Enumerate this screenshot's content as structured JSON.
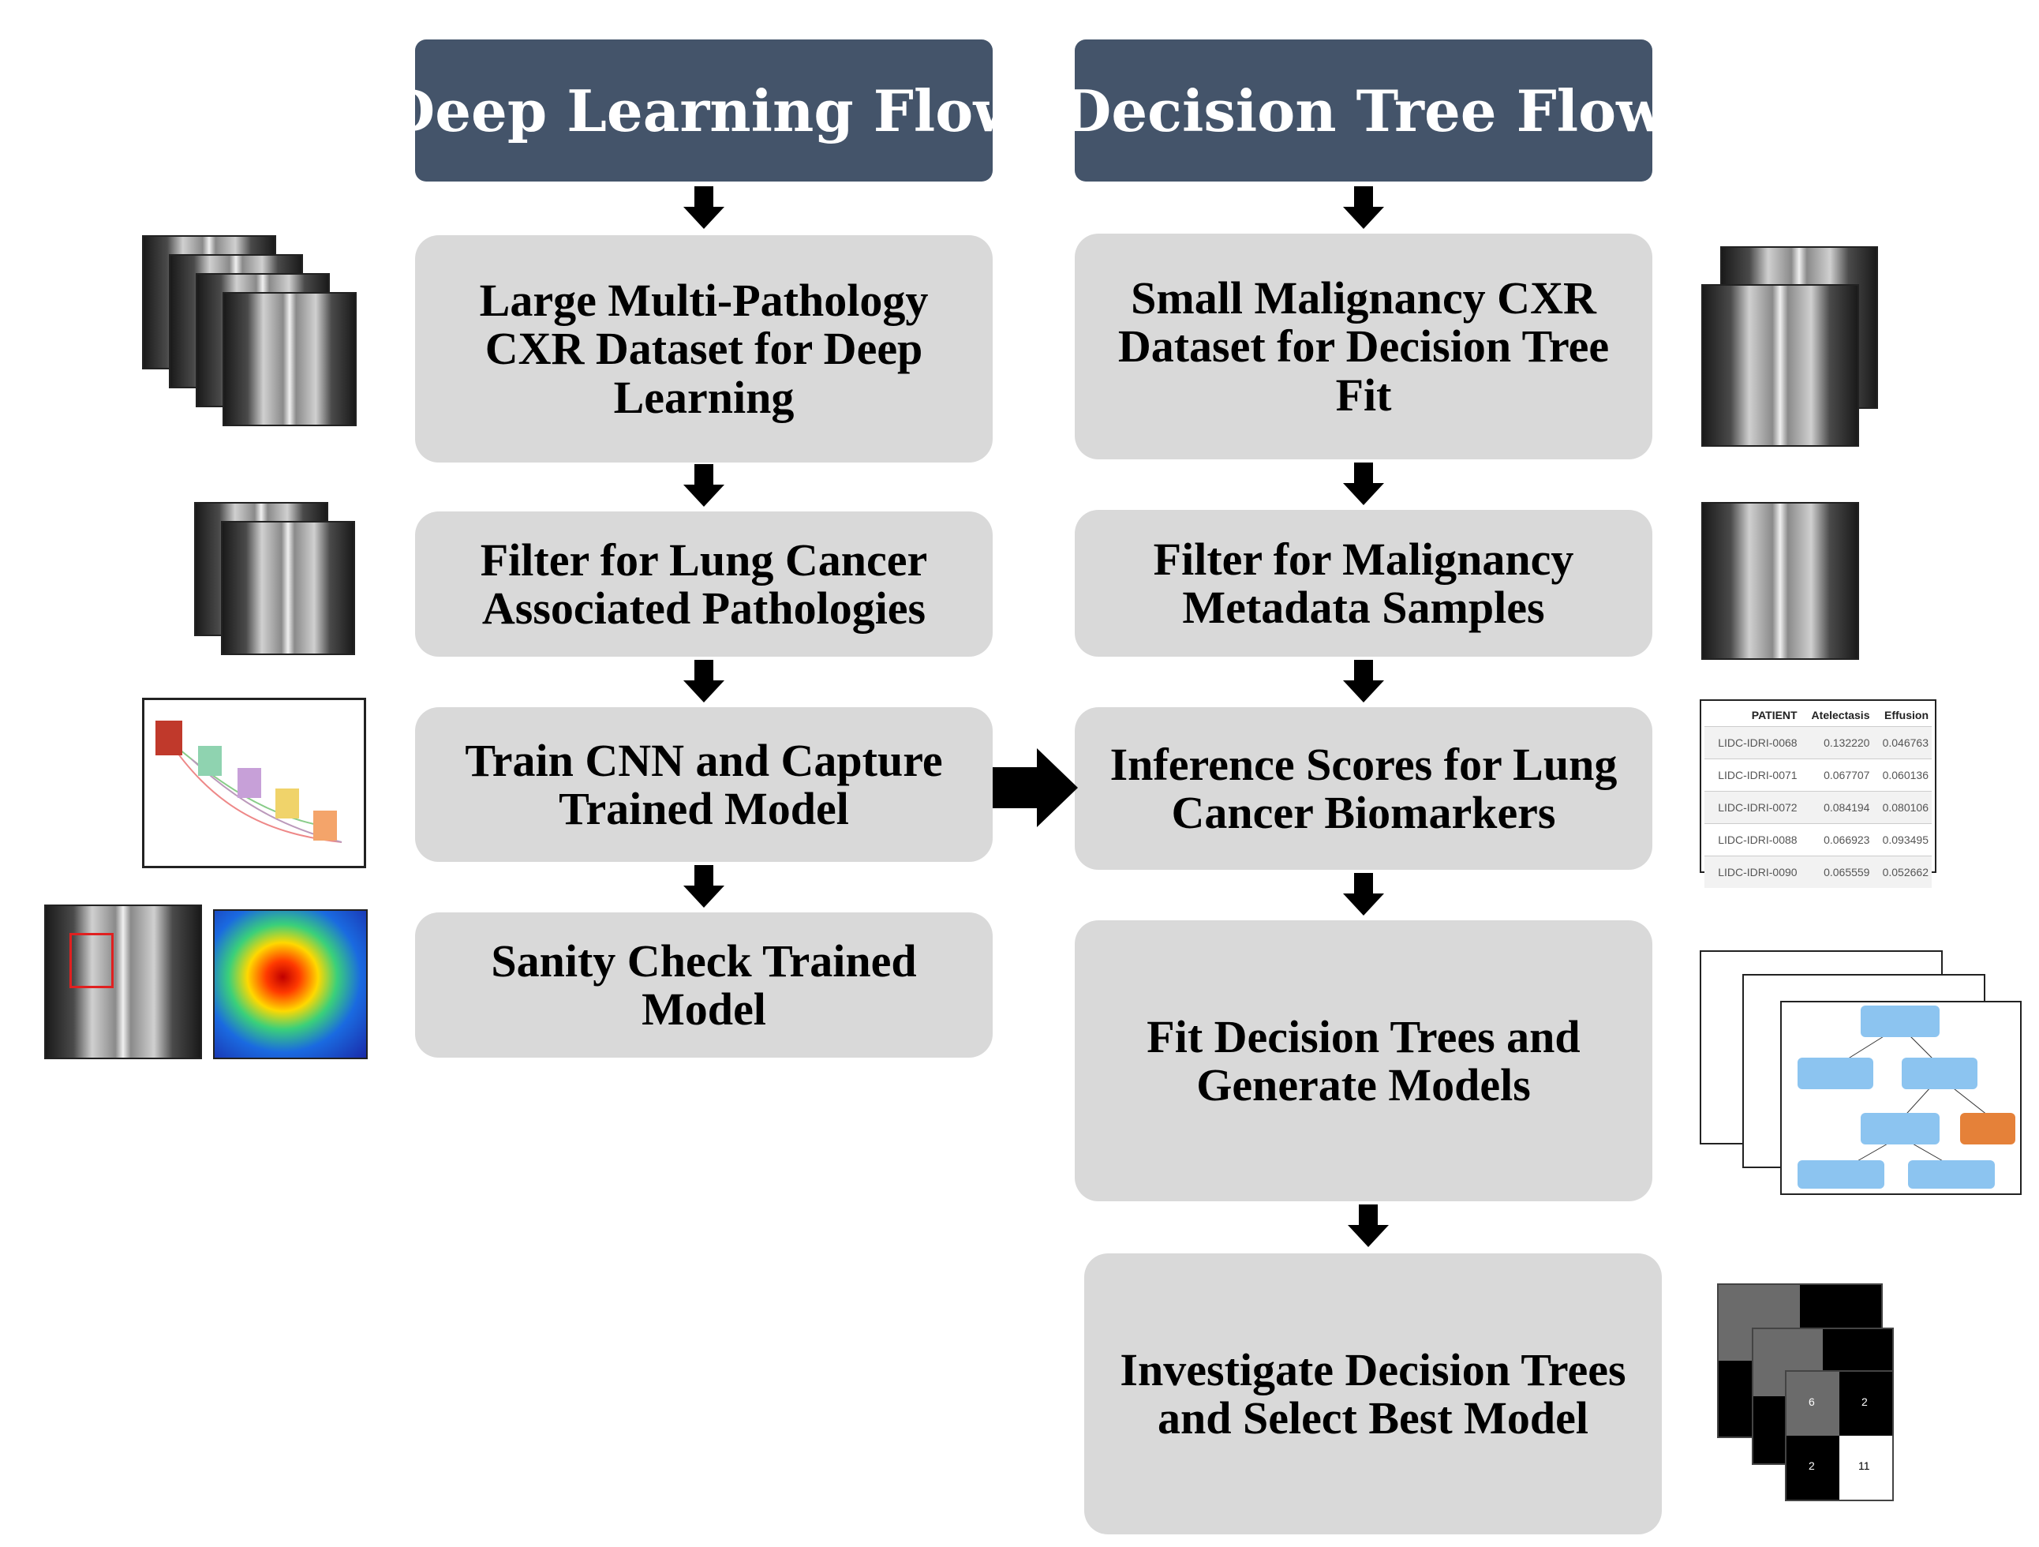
{
  "headers": {
    "deep_learning": "Deep Learning Flow",
    "decision_tree": "Decision Tree Flow"
  },
  "left_steps": [
    "Large Multi-Pathology CXR Dataset for Deep Learning",
    "Filter for Lung Cancer Associated Pathologies",
    "Train CNN and Capture Trained Model",
    "Sanity Check Trained Model"
  ],
  "right_steps": [
    "Small Malignancy CXR Dataset for Decision Tree Fit",
    "Filter for Malignancy Metadata Samples",
    "Inference Scores for Lung Cancer Biomarkers",
    "Fit Decision Trees and Generate Models",
    "Investigate Decision Trees and Select Best Model"
  ],
  "scores_table": {
    "columns": [
      "PATIENT",
      "Atelectasis",
      "Effusion"
    ],
    "rows": [
      [
        "LIDC-IDRI-0068",
        "0.132220",
        "0.046763"
      ],
      [
        "LIDC-IDRI-0071",
        "0.067707",
        "0.060136"
      ],
      [
        "LIDC-IDRI-0072",
        "0.084194",
        "0.080106"
      ],
      [
        "LIDC-IDRI-0088",
        "0.066923",
        "0.093495"
      ],
      [
        "LIDC-IDRI-0090",
        "0.065559",
        "0.052662"
      ]
    ]
  },
  "confusion_matrix_values": [
    "6",
    "2",
    "2",
    "11"
  ],
  "colors": {
    "header_bg": "#44546a",
    "box_bg": "#d9d9d9",
    "arrow": "#000000",
    "tree_node_blue": "#8cc4f0",
    "tree_node_orange": "#e58139"
  },
  "icons": [
    "cxr-stack",
    "cnn-architecture",
    "gradcam-heatmap",
    "scores-table",
    "decision-tree-plots",
    "confusion-matrix-stack"
  ]
}
